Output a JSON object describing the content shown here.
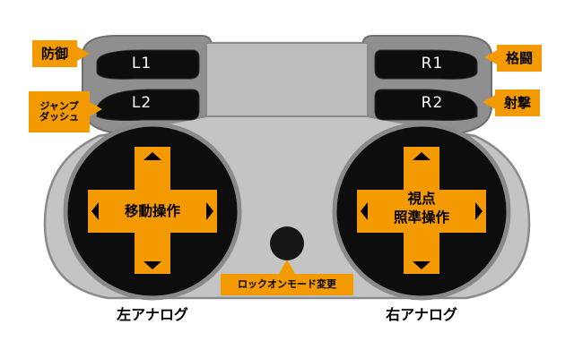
{
  "labels": {
    "defend": "防御",
    "jump": "ジャンプ",
    "dash": "ダッシュ",
    "grapple": "格闘",
    "shoot": "射撃",
    "move": "移動操作",
    "view_line1": "視点",
    "view_line2": "照準操作",
    "lock_on": "ロックオンモード変更",
    "left_analog": "左アナログ",
    "right_analog": "右アナログ"
  },
  "buttons": {
    "l1": "L1",
    "l2": "L2",
    "r1": "R1",
    "r2": "R2"
  },
  "colors": {
    "orange": "#f29a00",
    "body": "#c4c4c4",
    "shoulder": "#8f8f8f",
    "outline": "#8a8a8a",
    "stick": "#161616"
  }
}
